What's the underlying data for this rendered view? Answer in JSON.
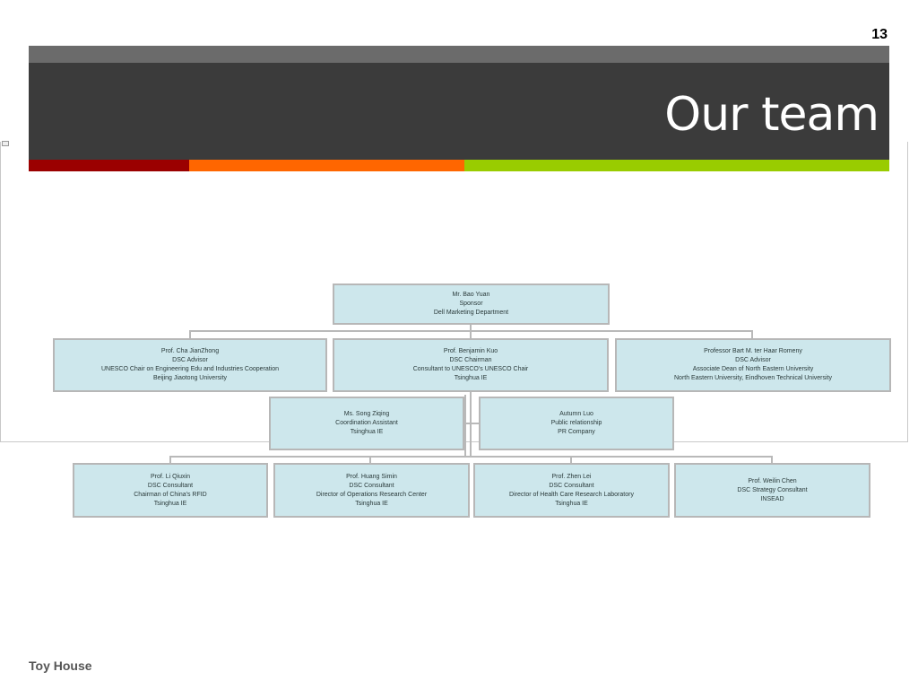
{
  "slide": {
    "number": "13",
    "title": "Our team",
    "footer": "Toy House"
  },
  "colors": {
    "title_band": "#3b3b3b",
    "top_strip": "#6b6b6b",
    "accent_red": "#9b0000",
    "accent_orange": "#ff6600",
    "accent_green": "#99cc00",
    "node_fill": "#cde7ec",
    "node_border": "#b7b7b7"
  },
  "org_chart": {
    "root": {
      "lines": [
        "Mr. Bao Yuan",
        "Sponsor",
        "Dell Marketing Department"
      ]
    },
    "level2": [
      {
        "lines": [
          "Prof. Cha JianZhong",
          "DSC Advisor",
          "UNESCO Chair on Engineering Edu and Industries Cooperation",
          "Beijing Jiaotong University"
        ]
      },
      {
        "lines": [
          "Prof. Benjamin Kuo",
          "DSC Chairman",
          "Consultant to UNESCO's UNESCO Chair",
          "Tsinghua IE"
        ]
      },
      {
        "lines": [
          "Professor Bart M. ter Haar Romeny",
          "DSC Advisor",
          "Associate Dean of North Eastern University",
          "North Eastern University, Eindhoven Technical University"
        ]
      }
    ],
    "assistants": [
      {
        "lines": [
          "Ms. Song Ziqing",
          "Coordination Assistant",
          "Tsinghua IE"
        ]
      },
      {
        "lines": [
          "Autumn Luo",
          "Public relationship",
          "PR Company"
        ]
      }
    ],
    "level3": [
      {
        "lines": [
          "Prof. Li Qiuxin",
          "DSC Consultant",
          "Chairman of China's RFID",
          "Tsinghua IE"
        ]
      },
      {
        "lines": [
          "Prof. Huang Simin",
          "DSC Consultant",
          "Director of Operations Research Center",
          "Tsinghua IE"
        ]
      },
      {
        "lines": [
          "Prof. Zhen Lei",
          "DSC Consultant",
          "Director of Health Care Research Laboratory",
          "Tsinghua IE"
        ]
      },
      {
        "lines": [
          "Prof. Weilin Chen",
          "DSC Strategy Consultant",
          "INSEAD"
        ]
      }
    ]
  }
}
